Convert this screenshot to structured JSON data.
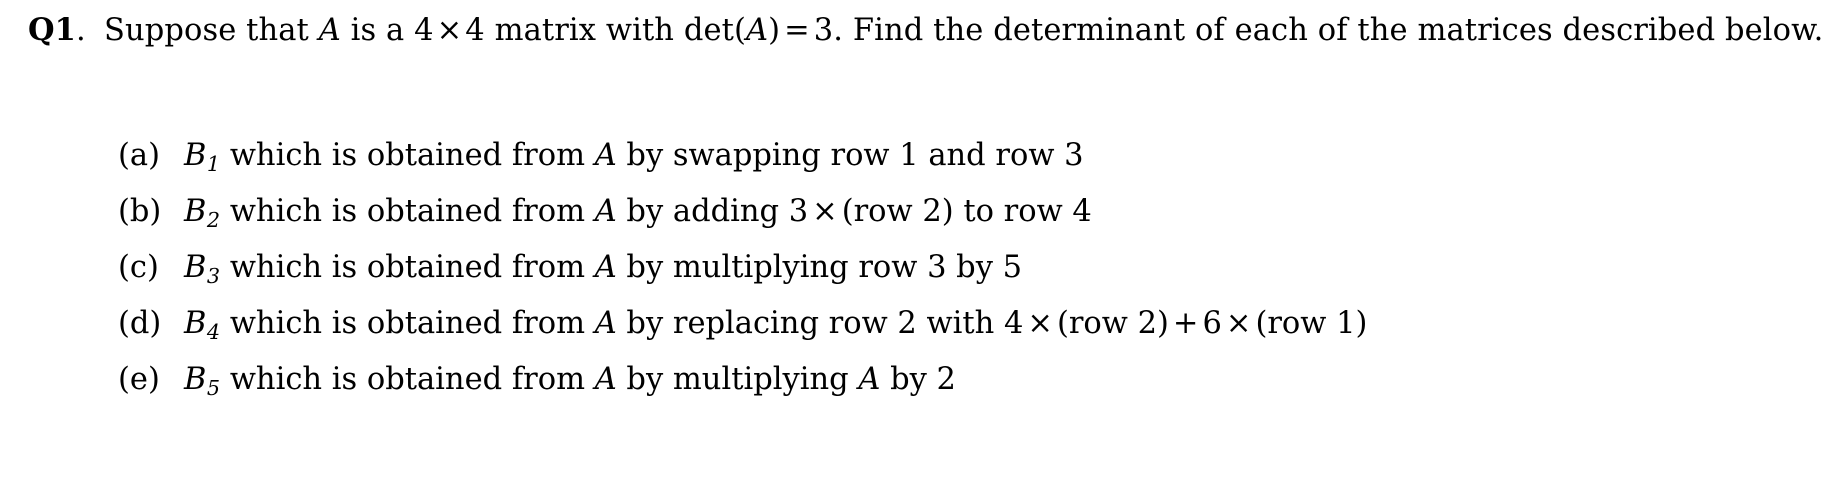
{
  "document": {
    "type": "math-homework-question",
    "background_color": "#ffffff",
    "text_color": "#000000"
  },
  "question": {
    "label_number": "Q1",
    "label_dot": ".",
    "stem_line1_part1": "Suppose that ",
    "stem_var_A": "A",
    "stem_line1_part2": " is a ",
    "stem_dim_rows": "4",
    "stem_times": "×",
    "stem_dim_cols": "4",
    "stem_line1_part3": " matrix with det",
    "stem_paren_open": "(",
    "stem_det_var": "A",
    "stem_paren_close": ")",
    "stem_equals": "=",
    "stem_det_value": "3",
    "stem_line1_part4": ". Find the determinant of each of the matrices",
    "stem_line2": "described below."
  },
  "items": [
    {
      "marker": "(a)",
      "var_base": "B",
      "var_sub": "1",
      "text_before_A": " which is obtained from ",
      "matrix_var": "A",
      "text_after_A": " by swapping row 1 and row 3"
    },
    {
      "marker": "(b)",
      "var_base": "B",
      "var_sub": "2",
      "text_before_A": " which is obtained from ",
      "matrix_var": "A",
      "text_after_A": " by adding ",
      "coefficient": "3",
      "times": "×",
      "group": "(row 2)",
      "tail": " to row 4"
    },
    {
      "marker": "(c)",
      "var_base": "B",
      "var_sub": "3",
      "text_before_A": " which is obtained from ",
      "matrix_var": "A",
      "text_after_A": " by multiplying row 3 by 5"
    },
    {
      "marker": "(d)",
      "var_base": "B",
      "var_sub": "4",
      "text_before_A": " which is obtained from ",
      "matrix_var": "A",
      "text_after_A": " by replacing row 2 with ",
      "coefficient": "4",
      "times": "×",
      "group": "(row 2)",
      "plus": "+",
      "coefficient2": "6",
      "times2": "×",
      "group2": "(row 1)"
    },
    {
      "marker": "(e)",
      "var_base": "B",
      "var_sub": "5",
      "text_before_A": " which is obtained from ",
      "matrix_var": "A",
      "text_after_A": " by multiplying ",
      "multiply_var": "A",
      "tail": " by 2"
    }
  ]
}
